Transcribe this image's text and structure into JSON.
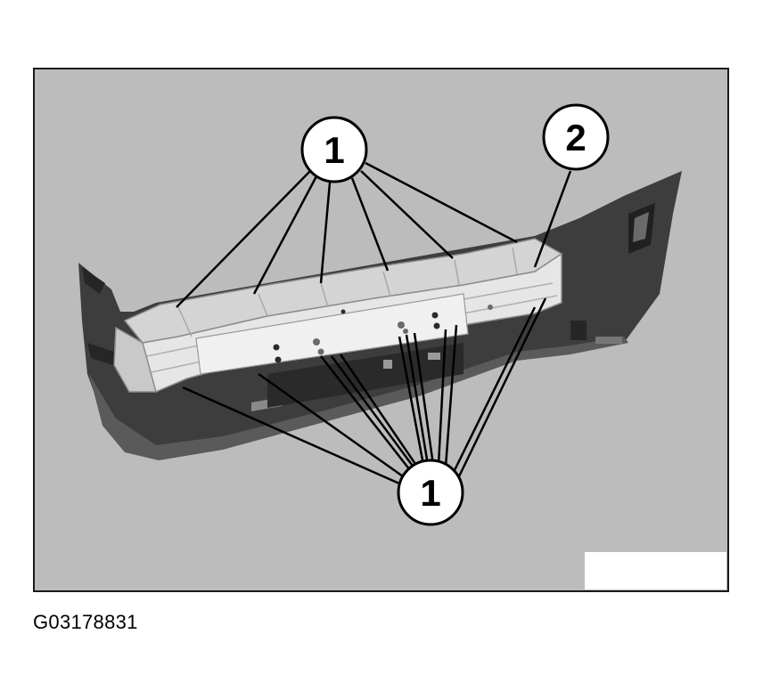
{
  "figure": {
    "caption_code": "G03178831",
    "callouts": [
      {
        "id": "callout-1-top",
        "label": "1"
      },
      {
        "id": "callout-2",
        "label": "2"
      },
      {
        "id": "callout-1-bottom",
        "label": "1"
      }
    ]
  },
  "colors": {
    "panel_background": "#bcbcbc",
    "bumper_dark": "#3a3a3a",
    "bracket_light": "#dcdcdc",
    "line": "#000000",
    "frame": "#1a1a1a"
  }
}
